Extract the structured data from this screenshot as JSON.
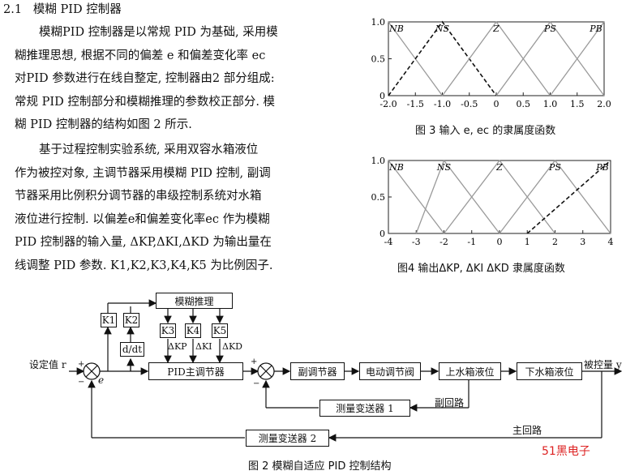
{
  "section": {
    "number": "2.1",
    "title": "模糊 PID 控制器"
  },
  "paragraphs": {
    "p1_lines": [
      "模糊PID 控制器是以常规 PID 为基础, 采用模",
      "糊推理思想, 根据不同的偏差 e 和偏差变化率 ec",
      "对PID 参数进行在线自整定, 控制器由2 部分组成:",
      "常规 PID 控制部分和模糊推理的参数校正部分. 模",
      "糊 PID 控制器的结构如图 2 所示."
    ],
    "p2_lines": [
      "基于过程控制实验系统, 采用双容水箱液位",
      "作为被控对象, 主调节器采用模糊 PID 控制, 副调",
      "节器采用比例积分调节器的串级控制系统对水箱",
      "液位进行控制. 以偏差e和偏差变化率ec 作为模糊",
      "PID 控制器的输入量, ΔKP,ΔKI,ΔKD 为输出量在",
      "线调整 PID 参数. K1,K2,K3,K4,K5 为比例因子."
    ]
  },
  "figure3": {
    "caption": "图 3   输入 e, ec 的隶属度函数",
    "labels": [
      "NB",
      "NS",
      "Z",
      "PS",
      "PB"
    ],
    "ytick_labels": [
      "0",
      "0.5",
      "1.0"
    ],
    "xtick_labels": [
      "-2.0",
      "-1.5",
      "-1.0",
      "-0.5",
      "0",
      "0.5",
      "1.0",
      "1.5",
      "2.0"
    ]
  },
  "figure4": {
    "caption": "图4   输出ΔKP, ΔKI ΔKD 隶属度函数",
    "labels": [
      "NB",
      "NS",
      "Z",
      "PS",
      "PB"
    ],
    "ytick_labels": [
      "0",
      "0.5",
      "1.0"
    ],
    "xtick_labels": [
      "-4",
      "-3",
      "-2",
      "-1",
      "0",
      "1",
      "2",
      "3",
      "4"
    ]
  },
  "chart_data": [
    {
      "type": "line",
      "title": "",
      "xlim": [
        -2.0,
        2.0
      ],
      "ylim": [
        0,
        1.0
      ],
      "series": [
        {
          "name": "NB",
          "x": [
            -2.0,
            -1.0
          ],
          "y": [
            1,
            0
          ]
        },
        {
          "name": "NS",
          "x": [
            -2.0,
            -1.0,
            0
          ],
          "y": [
            0,
            1,
            0
          ],
          "style": "dashed"
        },
        {
          "name": "Z",
          "x": [
            -1.0,
            0,
            1.0
          ],
          "y": [
            0,
            1,
            0
          ]
        },
        {
          "name": "PS",
          "x": [
            0,
            1.0,
            2.0
          ],
          "y": [
            0,
            1,
            0
          ]
        },
        {
          "name": "PB",
          "x": [
            1.0,
            2.0
          ],
          "y": [
            0,
            1
          ]
        }
      ]
    },
    {
      "type": "line",
      "title": "",
      "xlim": [
        -4,
        4
      ],
      "ylim": [
        0,
        1.0
      ],
      "series": [
        {
          "name": "NB",
          "x": [
            -4,
            -2
          ],
          "y": [
            1,
            0
          ]
        },
        {
          "name": "NS",
          "x": [
            -3,
            -2,
            0
          ],
          "y": [
            0,
            1,
            0
          ]
        },
        {
          "name": "Z",
          "x": [
            -2,
            0,
            2
          ],
          "y": [
            0,
            1,
            0
          ]
        },
        {
          "name": "PS",
          "x": [
            0,
            2,
            4
          ],
          "y": [
            0,
            1,
            0
          ]
        },
        {
          "name": "PB",
          "x": [
            1,
            4
          ],
          "y": [
            0,
            1
          ],
          "style": "dashed"
        }
      ]
    }
  ],
  "diagram": {
    "caption": "图 2   模糊自适应 PID 控制结构",
    "setpoint_label": "设定值 r",
    "e_label": "e",
    "blocks": {
      "k1": "K1",
      "k2": "K2",
      "ddt": "d/dt",
      "fuzzy": "模糊推理",
      "k3": "K3",
      "k4": "K4",
      "k5": "K5",
      "pid": "PID主调节器",
      "sub_regulator": "副调节器",
      "valve": "电动调节阀",
      "upper_tank": "上水箱液位",
      "lower_tank": "下水箱液位",
      "transmitter1": "测量变送器 1",
      "transmitter2": "测量变送器 2"
    },
    "delta_labels": [
      "ΔKP",
      "ΔKI",
      "ΔKD"
    ],
    "output_label": "被控量 y",
    "sub_loop": "副回路",
    "main_loop": "主回路",
    "signs": {
      "plus1": "+",
      "minus1": "−",
      "plus2": "+",
      "minus2": "−"
    }
  },
  "watermark": "51黑电子"
}
